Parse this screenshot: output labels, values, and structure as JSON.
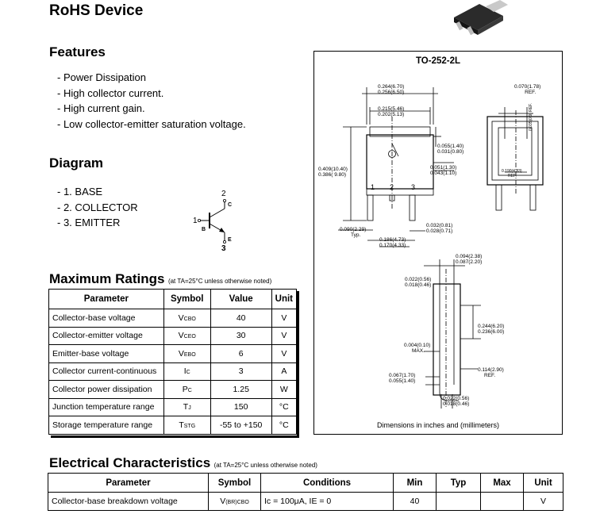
{
  "title": "RoHS Device",
  "features": {
    "heading": "Features",
    "items": [
      "- Power Dissipation",
      "- High collector current.",
      "- High current gain.",
      "- Low collector-emitter saturation voltage."
    ]
  },
  "diagram": {
    "heading": "Diagram",
    "items": [
      "- 1. BASE",
      "- 2. COLLECTOR",
      "- 3. EMITTER"
    ],
    "pins": {
      "b_num": "1",
      "b_lbl": "B",
      "c_num": "2",
      "c_lbl": "C",
      "e_num": "3",
      "e_lbl": "E"
    }
  },
  "max_ratings": {
    "heading": "Maximum Ratings",
    "note": "(at TA=25°C unless otherwise noted)",
    "headers": [
      "Parameter",
      "Symbol",
      "Value",
      "Unit"
    ],
    "rows": [
      {
        "param": "Collector-base voltage",
        "sym": "V",
        "sub": "CBO",
        "value": "40",
        "unit": "V"
      },
      {
        "param": "Collector-emitter voltage",
        "sym": "V",
        "sub": "CEO",
        "value": "30",
        "unit": "V"
      },
      {
        "param": "Emitter-base voltage",
        "sym": "V",
        "sub": "EBO",
        "value": "6",
        "unit": "V"
      },
      {
        "param": "Collector current-continuous",
        "sym": "I",
        "sub": "C",
        "value": "3",
        "unit": "A"
      },
      {
        "param": "Collector power dissipation",
        "sym": "P",
        "sub": "C",
        "value": "1.25",
        "unit": "W"
      },
      {
        "param": "Junction temperature range",
        "sym": "T",
        "sub": "J",
        "value": "150",
        "unit": "°C"
      },
      {
        "param": "Storage temperature range",
        "sym": "T",
        "sub": "STG",
        "value": "-55 to +150",
        "unit": "°C"
      }
    ]
  },
  "package": {
    "name": "TO-252-2L",
    "footer": "Dimensions in inches and (millimeters)",
    "dims": {
      "d1a": "0.264(6.70)",
      "d1b": "0.256(6.50)",
      "d2a": "0.215(5.46)",
      "d2b": "0.202(5.13)",
      "d3a": "0.070(1.78)",
      "d3b": "REF.",
      "d4a": "0.055(1.40)",
      "d4b": "0.031(0.80)",
      "d5a": "0.409(10.40)",
      "d5b": "0.386( 9.80)",
      "d6a": "0.051(1.30)",
      "d6b": "0.043(1.10)",
      "d7a": "0.190(4.83)",
      "d7b": "REF.",
      "d8a": "0.035(0.9)",
      "d8b": "REF.",
      "p1": "1",
      "p2": "2",
      "p3": "3",
      "d9a": "0.090(2.29)",
      "d9b": "Typ.",
      "d10a": "0.032(0.81)",
      "d10b": "0.028(0.71)",
      "d11a": "0.186(4.73)",
      "d11b": "0.170(4.33)",
      "d12a": "0.094(2.38)",
      "d12b": "0.087(2.20)",
      "d13a": "0.022(0.56)",
      "d13b": "0.018(0.46)",
      "d14a": "0.244(6.20)",
      "d14b": "0.236(6.00)",
      "d15a": "0.004(0.10)",
      "d15b": "MAX.",
      "d16a": "0.114(2.90)",
      "d16b": "REF.",
      "d17a": "0.067(1.70)",
      "d17b": "0.055(1.40)",
      "d18a": "0.022(0.56)",
      "d18b": "0.018(0.46)"
    }
  },
  "electrical": {
    "heading": "Electrical Characteristics",
    "note": "(at TA=25°C unless otherwise noted)",
    "headers": [
      "Parameter",
      "Symbol",
      "Conditions",
      "Min",
      "Typ",
      "Max",
      "Unit"
    ],
    "rows": [
      {
        "param": "Collector-base breakdown voltage",
        "sym": "V",
        "sub": "(BR)CBO",
        "cond": "Ic = 100μA, IE = 0",
        "min": "40",
        "typ": "",
        "max": "",
        "unit": "V"
      }
    ]
  }
}
